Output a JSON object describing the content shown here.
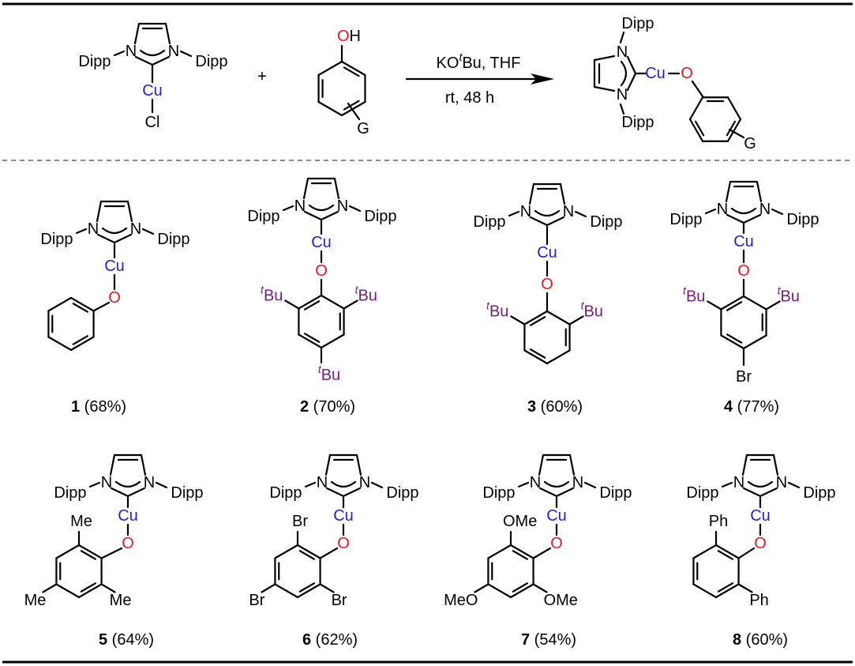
{
  "colors": {
    "copper": "#1f1fd6",
    "oxygen": "#e8161e",
    "tert_butyl": "#7e1d82",
    "text": "#000000",
    "dashed_rule": "#8a8a8a"
  },
  "atoms": {
    "N": "N",
    "Cu": "Cu",
    "O": "O",
    "H": "H",
    "Cl": "Cl",
    "Dipp": "Dipp",
    "G": "G",
    "Br": "Br",
    "Me": "Me",
    "OMe": "OMe",
    "MeO": "MeO",
    "Ph": "Ph",
    "t": "t",
    "Bu": "Bu"
  },
  "reaction": {
    "plus": "+",
    "conditions": {
      "reagent_main": "KO",
      "reagent_sup": "t",
      "reagent_rest": "Bu, THF",
      "below": "rt, 48 h"
    }
  },
  "compounds": [
    {
      "number": "1",
      "yield": " (68%)"
    },
    {
      "number": "2",
      "yield": " (70%)"
    },
    {
      "number": "3",
      "yield": " (60%)"
    },
    {
      "number": "4",
      "yield": " (77%)"
    },
    {
      "number": "5",
      "yield": " (64%)"
    },
    {
      "number": "6",
      "yield": " (62%)"
    },
    {
      "number": "7",
      "yield": " (54%)"
    },
    {
      "number": "8",
      "yield": " (60%)"
    }
  ]
}
